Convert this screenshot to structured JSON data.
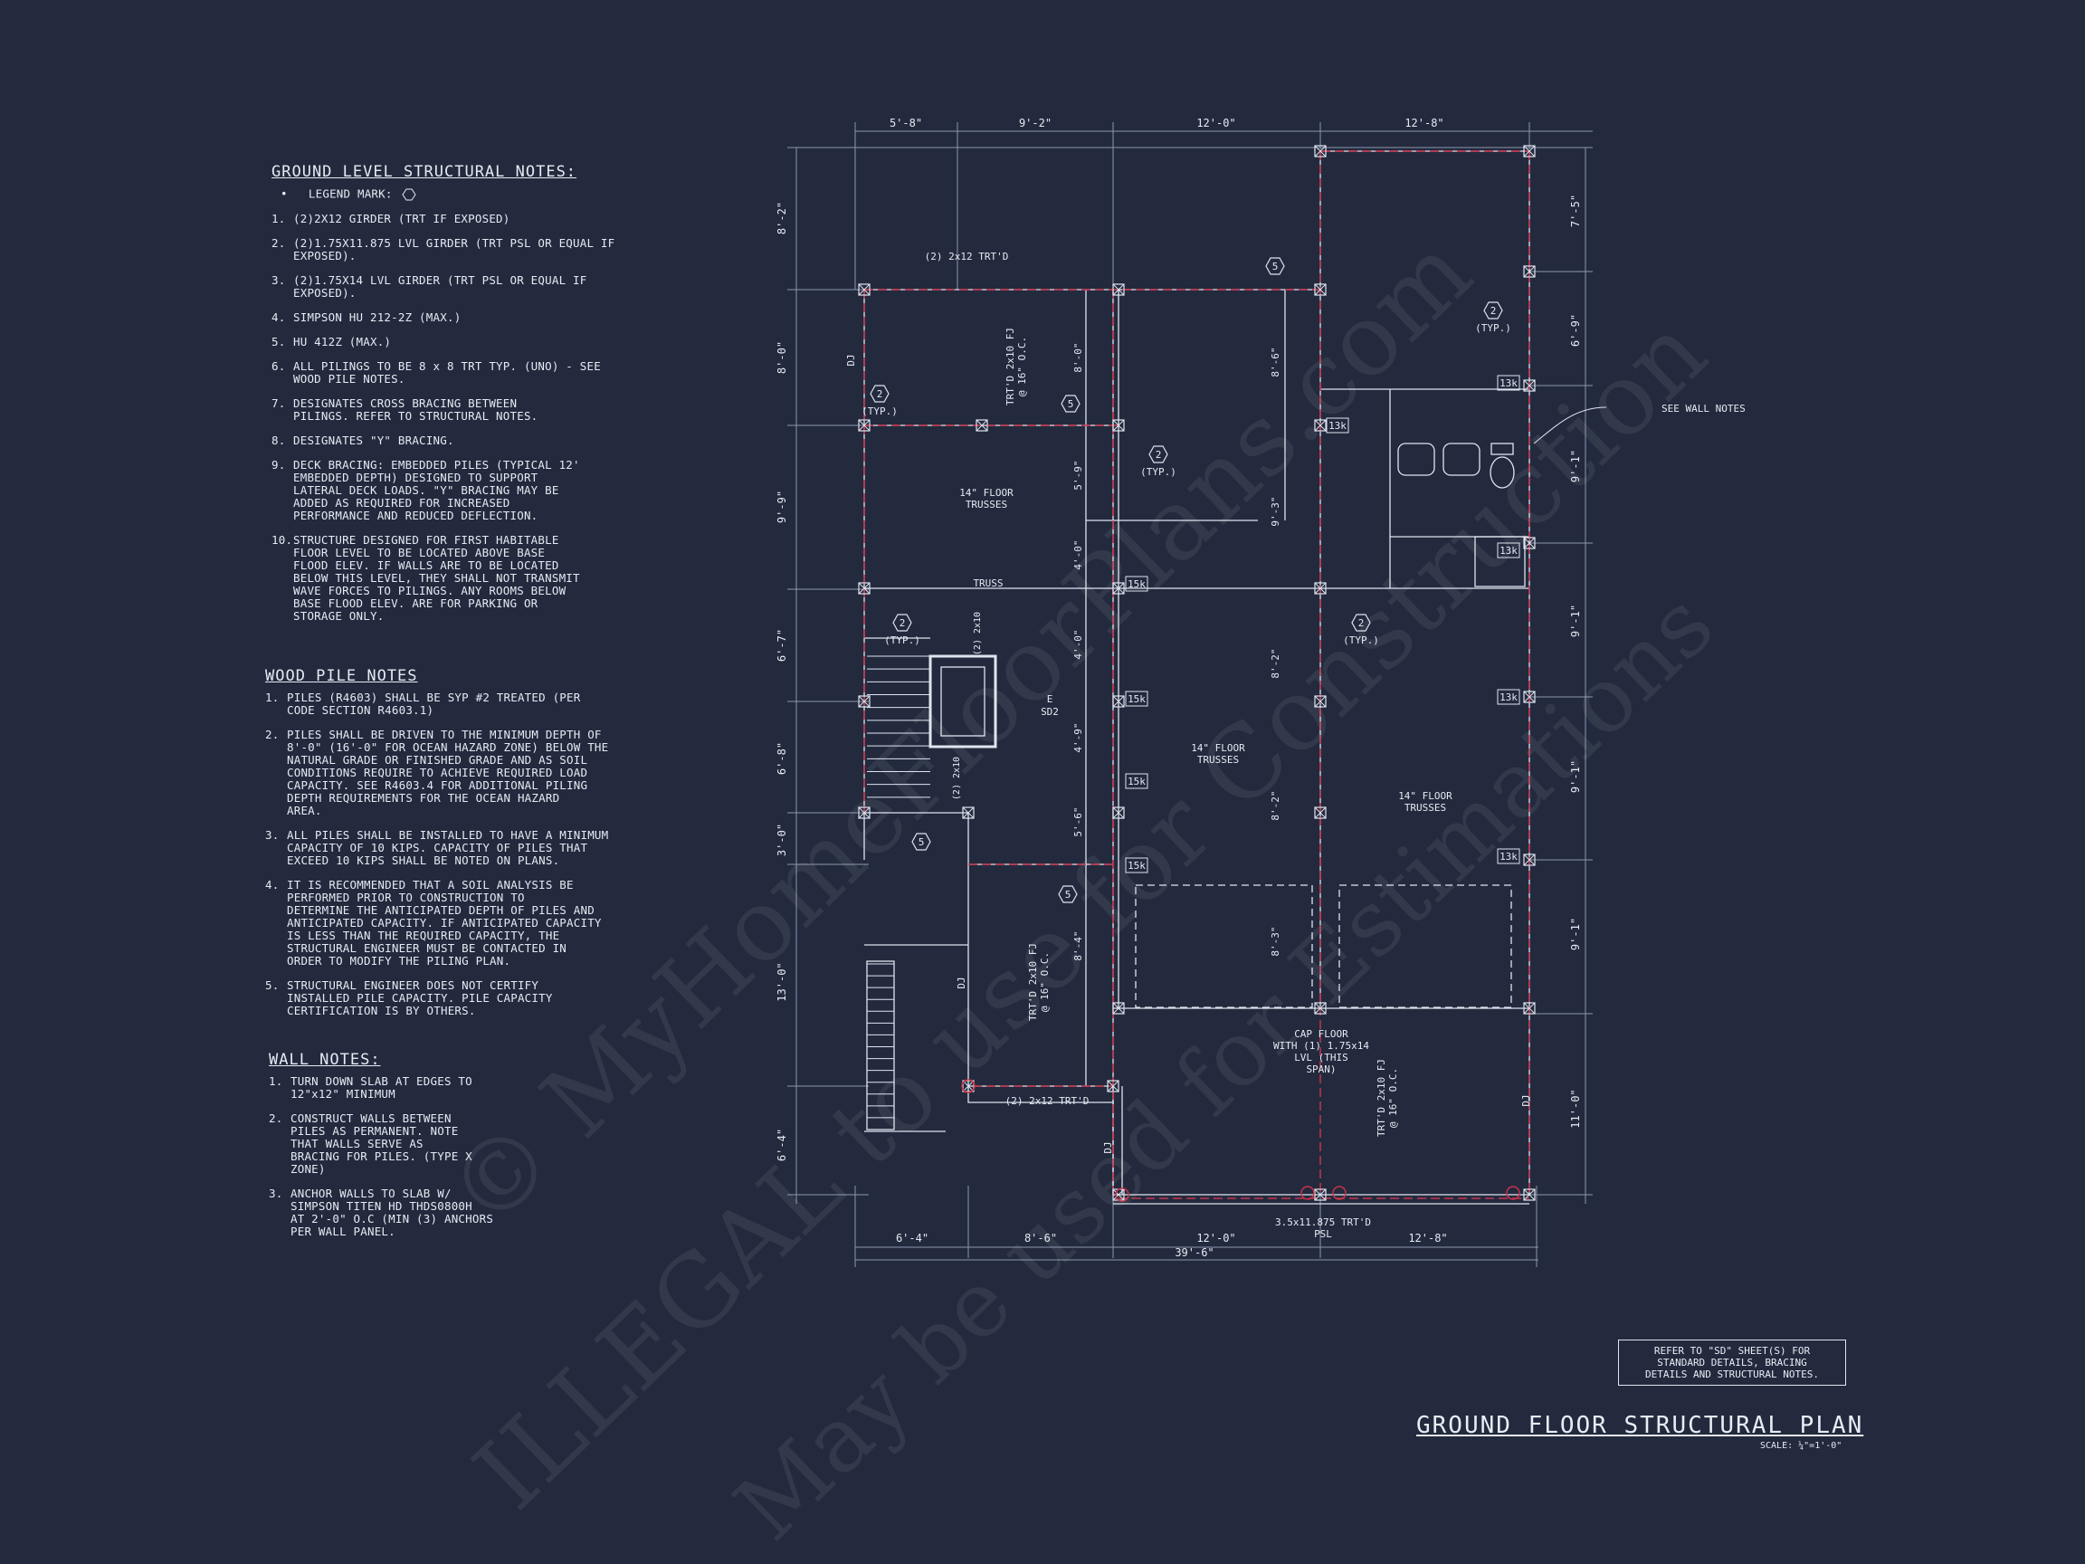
{
  "sheet": {
    "title": "GROUND FLOOR STRUCTURAL PLAN",
    "scale": "SCALE: ¼\"=1'-0\"",
    "reference_note": "REFER TO \"SD\" SHEET(S) FOR\nSTANDARD DETAILS, BRACING\nDETAILS AND STRUCTURAL NOTES."
  },
  "ground_level_notes": {
    "heading": "GROUND LEVEL STRUCTURAL NOTES:",
    "legend": "LEGEND MARK:",
    "items": [
      {
        "num": "1.",
        "text": "(2)2X12 GIRDER (TRT IF EXPOSED)"
      },
      {
        "num": "2.",
        "text": "(2)1.75X11.875 LVL GIRDER (TRT PSL OR EQUAL IF\nEXPOSED)."
      },
      {
        "num": "3.",
        "text": "(2)1.75X14 LVL GIRDER (TRT PSL OR EQUAL IF\nEXPOSED)."
      },
      {
        "num": "4.",
        "text": "SIMPSON HU 212-2Z (MAX.)"
      },
      {
        "num": "5.",
        "text": "HU 412Z (MAX.)"
      },
      {
        "num": "6.",
        "text": "ALL PILINGS TO BE 8 x 8 TRT TYP. (UNO) - SEE\nWOOD PILE NOTES."
      },
      {
        "num": "7.",
        "text": "     DESIGNATES CROSS BRACING BETWEEN\nPILINGS. REFER TO STRUCTURAL NOTES."
      },
      {
        "num": "8.",
        "text": "     DESIGNATES \"Y\" BRACING."
      },
      {
        "num": "9.",
        "text": "DECK BRACING: EMBEDDED PILES (TYPICAL 12'\nEMBEDDED DEPTH) DESIGNED TO SUPPORT\nLATERAL DECK LOADS. \"Y\" BRACING MAY BE\nADDED AS REQUIRED FOR INCREASED\nPERFORMANCE AND REDUCED DEFLECTION."
      },
      {
        "num": "10.",
        "text": "STRUCTURE DESIGNED FOR FIRST HABITABLE\nFLOOR LEVEL TO BE LOCATED ABOVE BASE\nFLOOD ELEV. IF WALLS ARE TO BE LOCATED\nBELOW THIS LEVEL, THEY SHALL NOT TRANSMIT\nWAVE FORCES TO PILINGS. ANY ROOMS BELOW\nBASE FLOOD ELEV. ARE FOR PARKING OR\nSTORAGE ONLY."
      }
    ]
  },
  "wood_pile_notes": {
    "heading": "WOOD PILE NOTES",
    "items": [
      {
        "num": "1.",
        "text": "PILES (R4603) SHALL BE SYP #2 TREATED (PER\nCODE SECTION R4603.1)"
      },
      {
        "num": "2.",
        "text": "PILES SHALL BE DRIVEN TO THE MINIMUM DEPTH OF\n8'-0\" (16'-0\" FOR OCEAN HAZARD ZONE) BELOW THE\nNATURAL GRADE OR FINISHED GRADE AND AS SOIL\nCONDITIONS REQUIRE TO ACHIEVE REQUIRED LOAD\nCAPACITY. SEE R4603.4 FOR ADDITIONAL PILING\nDEPTH REQUIREMENTS FOR THE OCEAN HAZARD\nAREA."
      },
      {
        "num": "3.",
        "text": "ALL PILES SHALL BE INSTALLED TO HAVE A MINIMUM\nCAPACITY OF 10 KIPS. CAPACITY OF PILES THAT\nEXCEED 10 KIPS SHALL BE NOTED ON PLANS."
      },
      {
        "num": "4.",
        "text": "IT IS RECOMMENDED THAT A SOIL ANALYSIS BE\nPERFORMED PRIOR TO CONSTRUCTION TO\nDETERMINE THE ANTICIPATED DEPTH OF PILES AND\nANTICIPATED CAPACITY. IF ANTICIPATED CAPACITY\nIS LESS THAN THE REQUIRED CAPACITY, THE\nSTRUCTURAL ENGINEER MUST BE CONTACTED IN\nORDER TO MODIFY THE PILING PLAN."
      },
      {
        "num": "5.",
        "text": "STRUCTURAL ENGINEER DOES NOT CERTIFY\nINSTALLED PILE CAPACITY. PILE CAPACITY\nCERTIFICATION IS BY OTHERS."
      }
    ]
  },
  "wall_notes": {
    "heading": "WALL NOTES:",
    "items": [
      {
        "num": "1.",
        "text": "TURN DOWN SLAB AT EDGES TO\n12\"x12\" MINIMUM"
      },
      {
        "num": "2.",
        "text": "CONSTRUCT WALLS BETWEEN\nPILES AS PERMANENT. NOTE\nTHAT WALLS SERVE AS\nBRACING FOR PILES. (TYPE X\nZONE)"
      },
      {
        "num": "3.",
        "text": "ANCHOR WALLS TO SLAB W/\nSIMPSON TITEN HD THDS0800H\nAT 2'-0\" O.C (MIN (3) ANCHORS\nPER WALL PANEL."
      }
    ]
  },
  "plan": {
    "top_dims": [
      "5'-8\"",
      "9'-2\"",
      "12'-0\"",
      "12'-8\""
    ],
    "bottom_dims": [
      "6'-4\"",
      "8'-6\"",
      "12'-0\"",
      "12'-8\""
    ],
    "overall_dim": "39'-6\"",
    "left_dims": [
      "8'-2\"",
      "8'-0\"",
      "9'-9\"",
      "6'-7\"",
      "6'-8\"",
      "3'-0\"",
      "13'-0\"",
      "6'-4\""
    ],
    "right_dims": [
      "7'-5\"",
      "6'-9\"",
      "9'-1\"",
      "9'-1\"",
      "9'-1\"",
      "9'-1\"",
      "11'-0\""
    ],
    "interior_dims": [
      "8'-0\"",
      "5'-9\"",
      "4'-0\"",
      "4'-0\"",
      "4'-9\"",
      "5'-6\"",
      "8'-4\"",
      "8'-6\"",
      "9'-3\"",
      "8'-2\"",
      "8'-2\"",
      "8'-3\""
    ],
    "labels": {
      "girder_top": "(2) 2x12 TRT'D",
      "girder_bottom": "(2) 2x12 TRT'D",
      "trusses_1": "14\" FLOOR\nTRUSSES",
      "trusses_2": "14\" FLOOR\nTRUSSES",
      "trusses_3": "14\" FLOOR\nTRUSSES",
      "truss": "TRUSS",
      "fj_1": "TRT'D 2x10 FJ\n@ 16\" O.C.",
      "fj_2": "TRT'D 2x10 FJ\n@ 16\" O.C.",
      "fj_3": "TRT'D 2x10 FJ\n@ 16\" O.C.",
      "cap_floor": "CAP FLOOR\nWITH (1) 1.75x14\nLVL (THIS\nSPAN)",
      "psl": "3.5x11.875 TRT'D\nPSL",
      "see_wall_notes": "SEE WALL NOTES",
      "stair_lvl_1": "(2) 2x10",
      "stair_lvl_2": "(2) 2x10",
      "dj": "DJ",
      "typ": "(TYP.)",
      "sd": "SD2",
      "e": "E"
    },
    "markers": {
      "hex_2": "2",
      "hex_5": "5",
      "k13": "13k",
      "k15": "15k"
    }
  },
  "watermark": {
    "line1": "© MyHomeFloorPlans.com",
    "line2": "ILLEGAL to use for Construction",
    "line3": "May be used for Estimations"
  },
  "colors": {
    "background": "#232a3e",
    "lines": "#dfe4ee",
    "red": "#c8334a",
    "dim_lines": "#8d96ad"
  }
}
